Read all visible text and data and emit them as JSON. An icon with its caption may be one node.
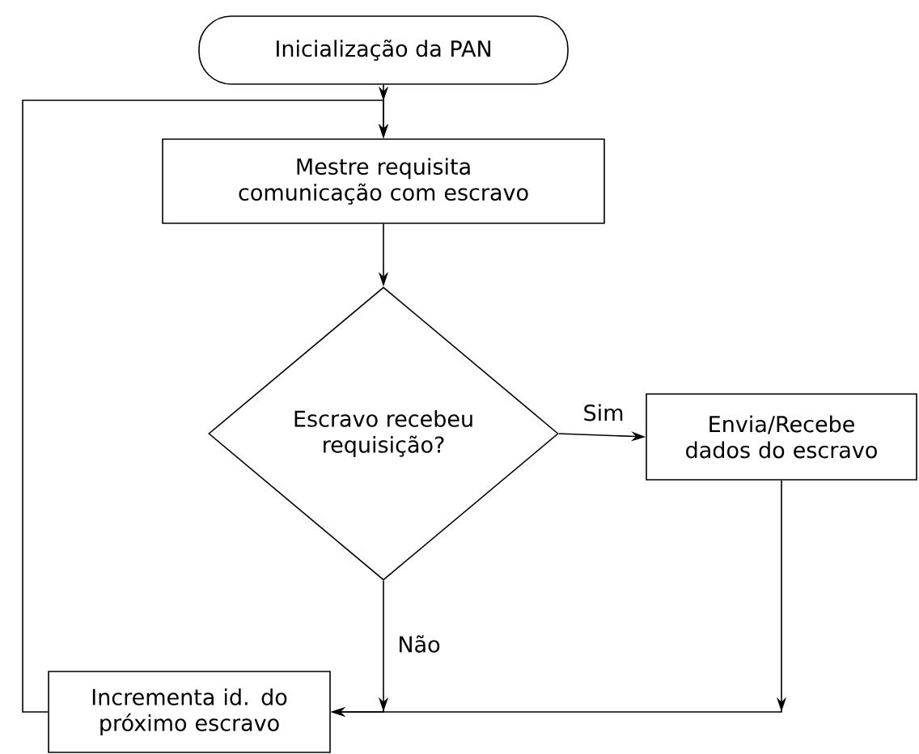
{
  "diagram": {
    "nodes": [
      {
        "text": [
          "Inicialização da PAN"
        ]
      },
      {
        "text": [
          "Mestre requisita comunicação com escravo"
        ]
      },
      {
        "text": [
          "Escravo recebeu requisição?"
        ]
      },
      {
        "text": [
          "Envia/Recebe dados do escravo"
        ]
      },
      {
        "text": [
          "Incrementa id. do próximo escravo"
        ]
      }
    ],
    "edges": [
      {
        "from": 0,
        "to": 1,
        "arrow": "to"
      },
      {
        "from": 1,
        "to": 2,
        "arrow": "to"
      },
      {
        "from": 2,
        "to": 3,
        "arrow": "to",
        "label": "Sim"
      },
      {
        "from": 2,
        "to": 4,
        "arrow": "to",
        "label": "Não"
      },
      {
        "from": 3,
        "to": 4,
        "arrow": "to"
      },
      {
        "from": 4,
        "to": 1,
        "arrow": "to"
      }
    ]
  }
}
